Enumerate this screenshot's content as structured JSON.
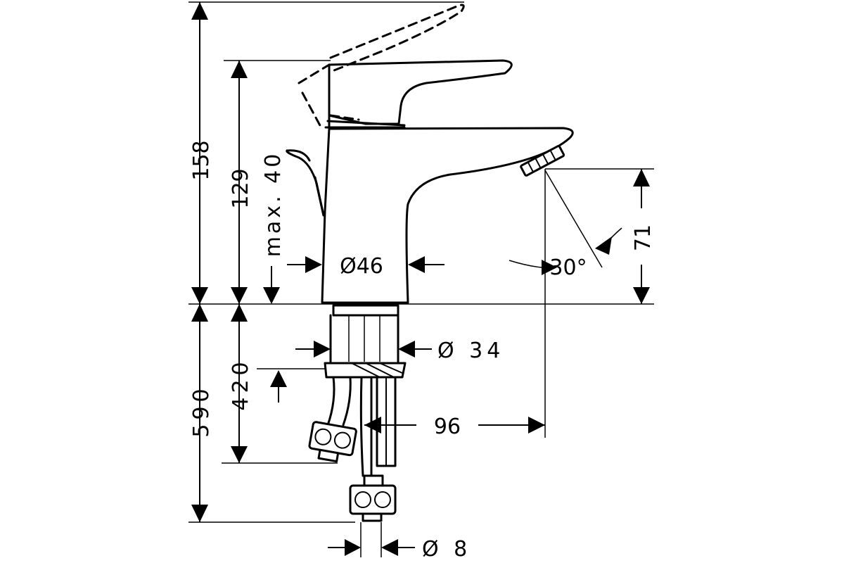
{
  "dimensions": {
    "total_height": "158",
    "body_height": "129",
    "max_opening": "max. 40",
    "spout_height": "71",
    "body_diameter": "Ø46",
    "spray_angle": "30°",
    "shank_diameter": "Ø 34",
    "projection": "96",
    "hose_length_long": "590",
    "hose_length_short": "420",
    "hose_diameter": "Ø 8"
  }
}
